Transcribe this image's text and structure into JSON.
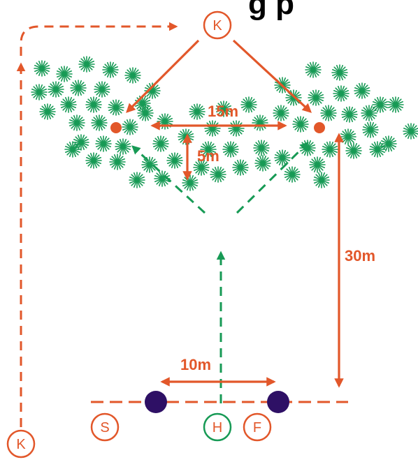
{
  "colors": {
    "orange": "#e2572a",
    "green": "#179a55",
    "purple": "#2e1065",
    "title_black": "#000000"
  },
  "header_fragment": "g                  p",
  "players": {
    "k_top": "K",
    "k_bottom": "K",
    "s": "S",
    "h": "H",
    "f": "F"
  },
  "measurements": {
    "width_top": "15m",
    "depth_short": "5m",
    "distance_long": "30m",
    "width_bottom": "10m"
  }
}
